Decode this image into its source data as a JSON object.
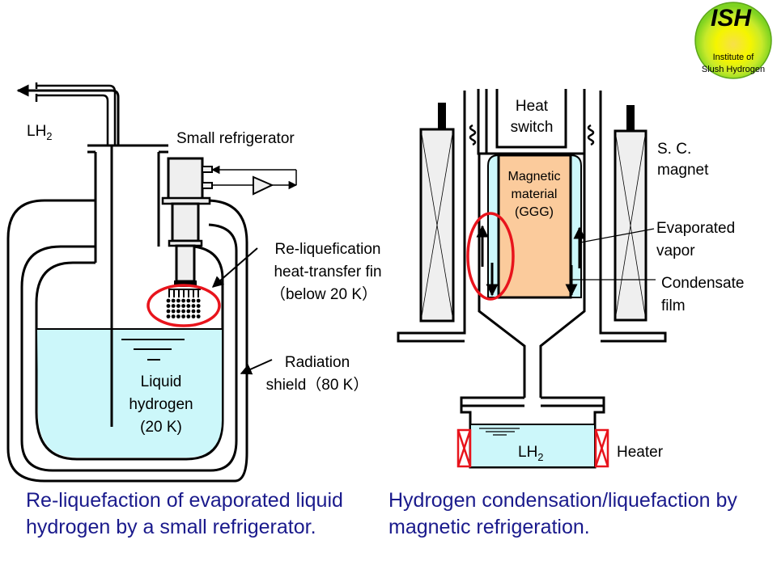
{
  "logo": {
    "abbr": "ISH",
    "line1": "Institute of",
    "line2": "Slush Hydrogen",
    "colors": {
      "outer": "#7ed321",
      "inner": "#f5f500",
      "abbr": "#3a3a3a"
    }
  },
  "left_diagram": {
    "lh2_label": "LH",
    "lh2_sub": "2",
    "refrigerator_label": "Small refrigerator",
    "fin_label": [
      "Re-liquefication",
      "heat-transfer fin",
      "（below 20 K）"
    ],
    "shield_label": [
      "Radiation",
      "shield（80 K）"
    ],
    "liquid_label": [
      "Liquid",
      "hydrogen",
      "(20 K)"
    ]
  },
  "right_diagram": {
    "heat_switch_label": [
      "Heat",
      "switch"
    ],
    "magnet_label": [
      "S. C.",
      "magnet"
    ],
    "material_label": [
      "Magnetic",
      "material",
      "(GGG)"
    ],
    "vapor_label": [
      "Evaporated",
      "vapor"
    ],
    "film_label": [
      "Condensate",
      "film"
    ],
    "lh2_label": "LH",
    "lh2_sub": "2",
    "heater_label": "Heater"
  },
  "captions": {
    "left": "Re-liquefaction of evaporated liquid hydrogen by a small refrigerator.",
    "right": "Hydrogen condensation/liquefaction by magnetic refrigeration."
  },
  "colors": {
    "liquid": "#ccf7fa",
    "material": "#fbcb9c",
    "highlight": "#e8141c",
    "caption": "#1a1a8c",
    "device_fill": "#efefef"
  }
}
